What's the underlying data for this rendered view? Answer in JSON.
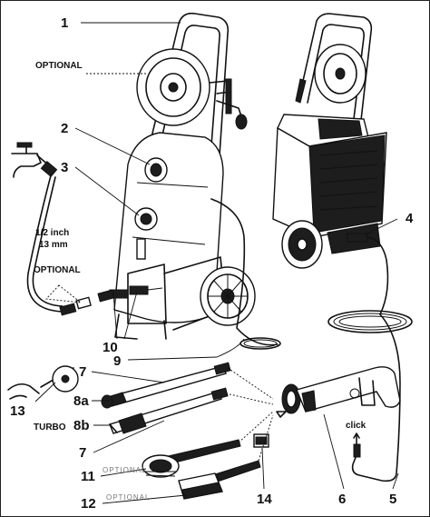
{
  "labels": {
    "l1": "1",
    "l2": "2",
    "l3": "3",
    "l4": "4",
    "l5": "5",
    "l6": "6",
    "l7a": "7",
    "l7b": "7",
    "l8a": "8a",
    "l8b": "8b",
    "l9": "9",
    "l10": "10",
    "l11": "11",
    "l12": "12",
    "l13": "13",
    "l14": "14"
  },
  "text": {
    "optional_top": "OPTIONAL",
    "optional_hose": "OPTIONAL",
    "inch": "1/2 inch",
    "mm": "13 mm",
    "turbo": "TURBO",
    "click": "click",
    "optional_brush1": "OPTIONAL",
    "optional_brush2": "OPTIONAL"
  }
}
